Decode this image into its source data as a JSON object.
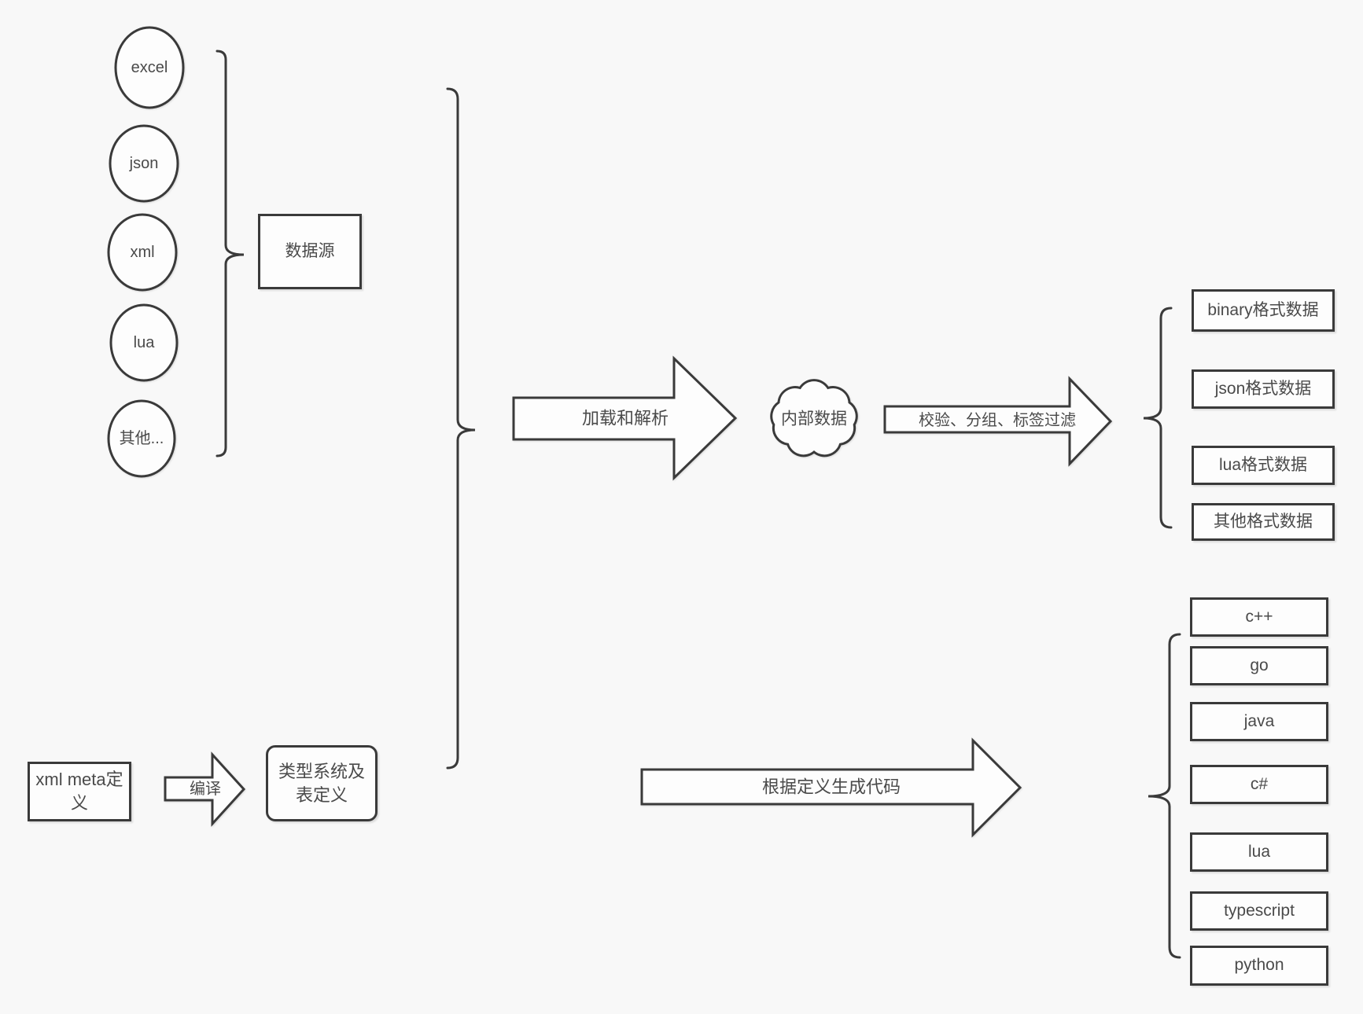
{
  "canvas": {
    "background": "#f8f8f8",
    "stroke_color": "#3a3a3a",
    "text_color": "#4a4a4a"
  },
  "sources": {
    "items": [
      "excel",
      "json",
      "xml",
      "lua",
      "其他..."
    ],
    "group_label": "数据源"
  },
  "pipeline": {
    "load_parse_arrow_label": "加载和解析",
    "internal_data_cloud_label": "内部数据",
    "filter_arrow_label": "校验、分组、标签过滤"
  },
  "outputs": {
    "formats": [
      "binary格式数据",
      "json格式数据",
      "lua格式数据",
      "其他格式数据"
    ],
    "languages": [
      "c++",
      "go",
      "java",
      "c#",
      "lua",
      "typescript",
      "python"
    ]
  },
  "definition_flow": {
    "xml_meta_box_label": "xml meta定义",
    "compile_arrow_label": "编译",
    "type_system_box_label": "类型系统及表定义",
    "generate_code_arrow_label": "根据定义生成代码"
  }
}
